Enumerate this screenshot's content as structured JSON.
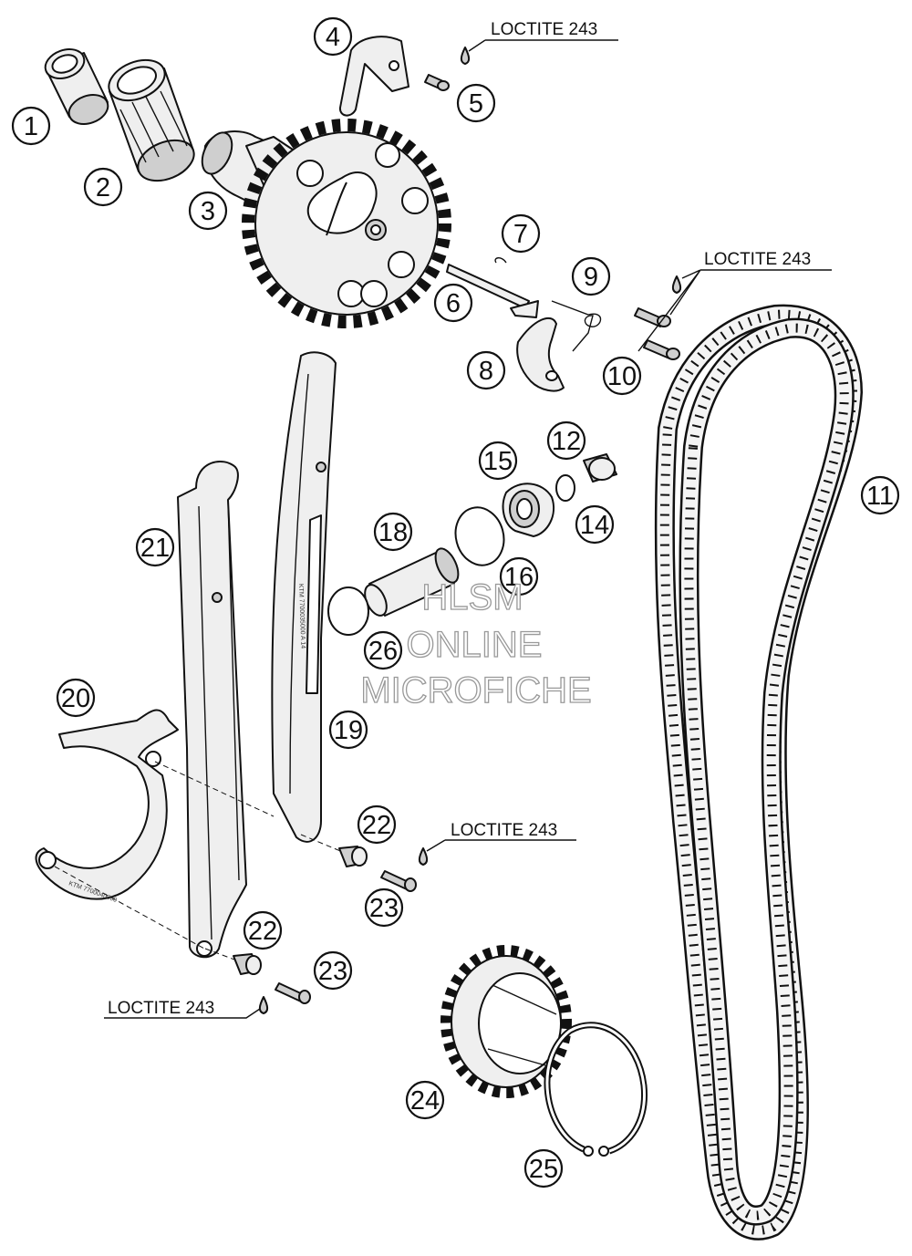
{
  "diagram": {
    "callouts": [
      {
        "id": "c1",
        "label": "1"
      },
      {
        "id": "c2",
        "label": "2"
      },
      {
        "id": "c3",
        "label": "3"
      },
      {
        "id": "c4",
        "label": "4"
      },
      {
        "id": "c5",
        "label": "5"
      },
      {
        "id": "c6",
        "label": "6"
      },
      {
        "id": "c7",
        "label": "7"
      },
      {
        "id": "c8",
        "label": "8"
      },
      {
        "id": "c9",
        "label": "9"
      },
      {
        "id": "c10",
        "label": "10"
      },
      {
        "id": "c11",
        "label": "11"
      },
      {
        "id": "c12",
        "label": "12"
      },
      {
        "id": "c14",
        "label": "14"
      },
      {
        "id": "c15",
        "label": "15"
      },
      {
        "id": "c16",
        "label": "16"
      },
      {
        "id": "c18",
        "label": "18"
      },
      {
        "id": "c19",
        "label": "19"
      },
      {
        "id": "c20",
        "label": "20"
      },
      {
        "id": "c21",
        "label": "21"
      },
      {
        "id": "c22a",
        "label": "22"
      },
      {
        "id": "c22b",
        "label": "22"
      },
      {
        "id": "c23a",
        "label": "23"
      },
      {
        "id": "c23b",
        "label": "23"
      },
      {
        "id": "c24",
        "label": "24"
      },
      {
        "id": "c25",
        "label": "25"
      },
      {
        "id": "c26",
        "label": "26"
      }
    ],
    "loctite_notes": [
      "LOCTITE 243",
      "LOCTITE 243",
      "LOCTITE 243",
      "LOCTITE 243"
    ]
  },
  "watermark": {
    "line1": "HLSM",
    "line2": "ONLINE",
    "line3": "MICROFICHE"
  }
}
